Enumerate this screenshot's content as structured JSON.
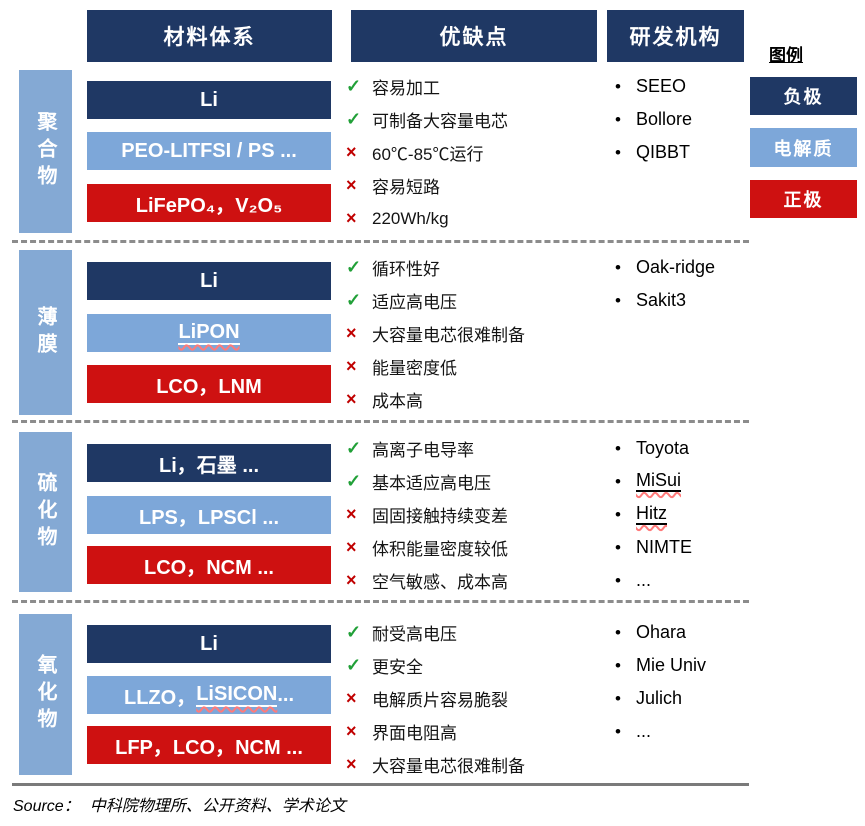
{
  "headers": {
    "materials": "材料体系",
    "pros_cons": "优缺点",
    "institutions": "研发机构"
  },
  "legend": {
    "title": "图例",
    "items": [
      {
        "label": "负极",
        "color": "#1f3864"
      },
      {
        "label": "电解质",
        "color": "#7da7d9"
      },
      {
        "label": "正极",
        "color": "#ce1111"
      }
    ]
  },
  "icons": {
    "check": "✓",
    "cross": "×",
    "bullet": "•"
  },
  "colors": {
    "navy": "#1f3864",
    "light_blue": "#7da7d9",
    "red": "#ce1111",
    "check_green": "#21a038",
    "cross_red": "#c00000",
    "separator_gray": "#8c8c8c"
  },
  "sections": [
    {
      "category": "聚合物",
      "rows": [
        {
          "type": "负极",
          "label": "Li"
        },
        {
          "type": "电解质",
          "label": "PEO-LITFSI / PS ..."
        },
        {
          "type": "正极",
          "label": "LiFePO₄，V₂O₅"
        }
      ],
      "points": [
        {
          "mark": "check",
          "text": "容易加工"
        },
        {
          "mark": "check",
          "text": "可制备大容量电芯"
        },
        {
          "mark": "cross",
          "text": "60℃-85℃运行"
        },
        {
          "mark": "cross",
          "text": "容易短路"
        },
        {
          "mark": "cross",
          "text": "220Wh/kg"
        }
      ],
      "institutions": [
        "SEEO",
        "Bollore",
        "QIBBT"
      ]
    },
    {
      "category": "薄膜",
      "rows": [
        {
          "type": "负极",
          "label": "Li"
        },
        {
          "type": "电解质",
          "label": "LiPON"
        },
        {
          "type": "正极",
          "label": "LCO，LNM"
        }
      ],
      "points": [
        {
          "mark": "check",
          "text": "循环性好"
        },
        {
          "mark": "check",
          "text": "适应高电压"
        },
        {
          "mark": "cross",
          "text": "大容量电芯很难制备"
        },
        {
          "mark": "cross",
          "text": "能量密度低"
        },
        {
          "mark": "cross",
          "text": "成本高"
        }
      ],
      "institutions": [
        "Oak-ridge",
        "Sakit3"
      ]
    },
    {
      "category": "硫化物",
      "rows": [
        {
          "type": "负极",
          "label": "Li，石墨 ..."
        },
        {
          "type": "电解质",
          "label": "LPS，LPSCl ..."
        },
        {
          "type": "正极",
          "label": "LCO，NCM ..."
        }
      ],
      "points": [
        {
          "mark": "check",
          "text": "高离子电导率"
        },
        {
          "mark": "check",
          "text": "基本适应高电压"
        },
        {
          "mark": "cross",
          "text": "固固接触持续变差"
        },
        {
          "mark": "cross",
          "text": "体积能量密度较低"
        },
        {
          "mark": "cross",
          "text": "空气敏感、成本高"
        }
      ],
      "institutions": [
        "Toyota",
        "MiSui",
        "Hitz",
        "NIMTE",
        "..."
      ]
    },
    {
      "category": "氧化物",
      "rows": [
        {
          "type": "负极",
          "label": "Li"
        },
        {
          "type": "电解质",
          "label_prefix": "LLZO，",
          "label_underlined": "LiSICON",
          "label_suffix": " ..."
        },
        {
          "type": "正极",
          "label": "LFP，LCO，NCM ..."
        }
      ],
      "points": [
        {
          "mark": "check",
          "text": "耐受高电压"
        },
        {
          "mark": "check",
          "text": "更安全"
        },
        {
          "mark": "cross",
          "text": "电解质片容易脆裂"
        },
        {
          "mark": "cross",
          "text": "界面电阻高"
        },
        {
          "mark": "cross",
          "text": "大容量电芯很难制备"
        }
      ],
      "institutions": [
        "Ohara",
        "Mie Univ",
        "Julich",
        "..."
      ]
    }
  ],
  "source": {
    "label": "Source：",
    "text": "中科院物理所、公开资料、学术论文"
  }
}
